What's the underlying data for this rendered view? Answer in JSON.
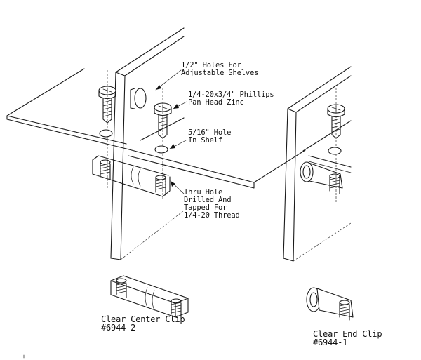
{
  "labels": {
    "holes_line1": "1/2\" Holes For",
    "holes_line2": "Adjustable Shelves",
    "screw_line1": "1/4-20x3/4\" Phillips",
    "screw_line2": "Pan Head Zinc",
    "shelfhole_line1": "5/16\" Hole",
    "shelfhole_line2": "In Shelf",
    "thru_line1": "Thru Hole",
    "thru_line2": "Drilled And",
    "thru_line3": "Tapped For",
    "thru_line4": "1/4-20 Thread"
  },
  "captions": {
    "center_name": "Clear Center Clip",
    "center_part": "#6944-2",
    "end_name": "Clear End Clip",
    "end_part": "#6944-1"
  }
}
